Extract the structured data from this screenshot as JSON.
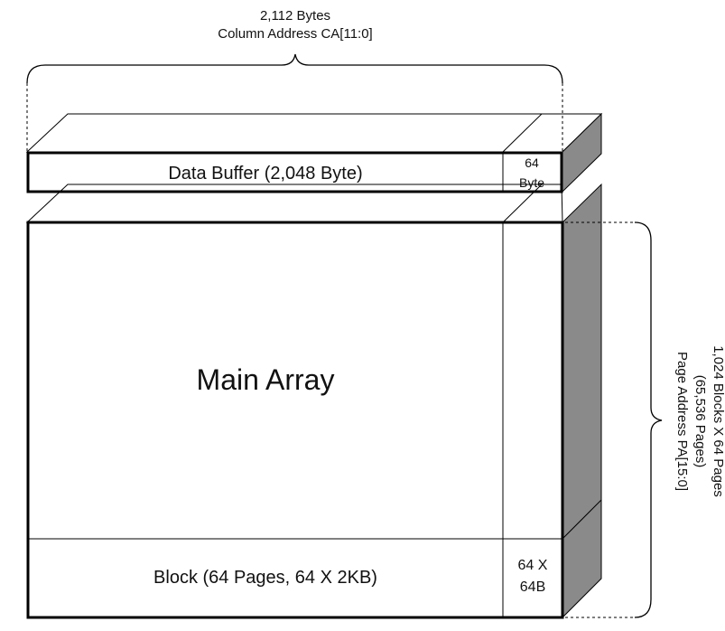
{
  "diagram": {
    "column_label_line1": "2,112 Bytes",
    "column_label_line2": "Column Address CA[11:0]",
    "data_buffer_label": "Data Buffer (2,048 Byte)",
    "spare_buffer_line1": "64",
    "spare_buffer_line2": "Byte",
    "main_array_label": "Main Array",
    "block_label": "Block (64 Pages, 64 X 2KB)",
    "spare_block_line1": "64 X",
    "spare_block_line2": "64B",
    "page_label_line1": "1,024 Blocks X 64 Pages",
    "page_label_line2": "(65,536 Pages)",
    "page_label_line3": "Page Address PA[15:0]"
  },
  "colors": {
    "side_face": "#8a8a8a",
    "line": "#000000"
  }
}
